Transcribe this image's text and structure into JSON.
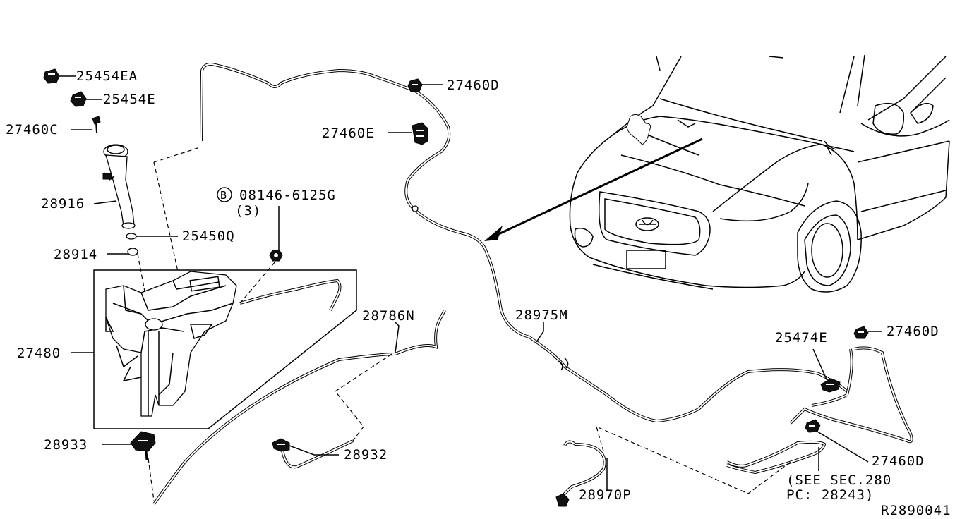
{
  "diagram": {
    "reference_code": "R2890041",
    "parts": {
      "p25454EA": "25454EA",
      "p25454E": "25454E",
      "p27460C": "27460C",
      "p28916": "28916",
      "p25450Q": "25450Q",
      "p28914": "28914",
      "p27480": "27480",
      "p28933": "28933",
      "bolt_circle": "B",
      "bolt_number": "08146-6125G",
      "bolt_qty": "(3)",
      "p27460D_top": "27460D",
      "p27460E": "27460E",
      "p28786N": "28786N",
      "p28932": "28932",
      "p28975M": "28975M",
      "p25474E": "25474E",
      "p27460D_right": "27460D",
      "p27460D_lower": "27460D",
      "see_sec_line1": "(SEE SEC.280",
      "see_sec_line2": "PC: 28243)",
      "p28970P": "28970P"
    }
  }
}
